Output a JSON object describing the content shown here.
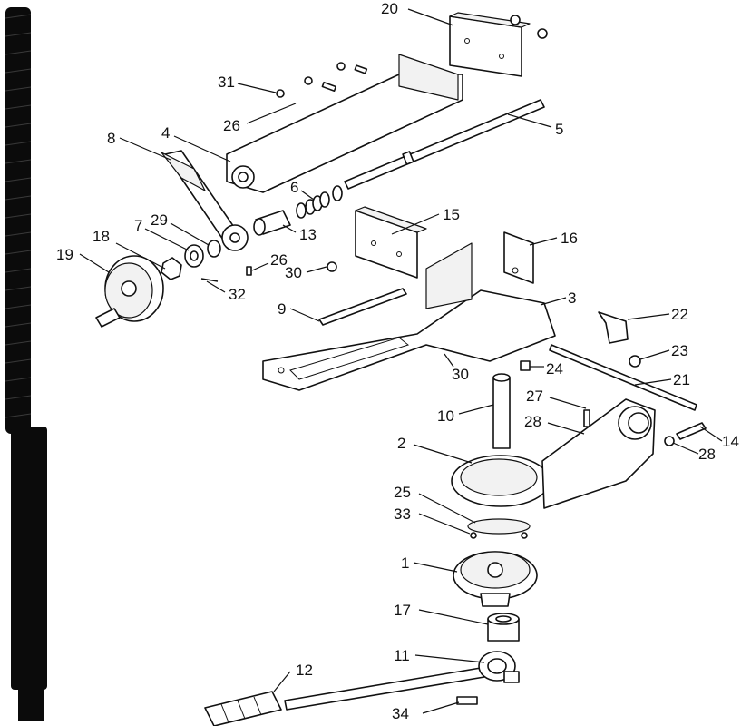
{
  "diagram": {
    "callouts": [
      {
        "id": "20",
        "text": "20"
      },
      {
        "id": "31",
        "text": "31"
      },
      {
        "id": "26a",
        "text": "26"
      },
      {
        "id": "5",
        "text": "5"
      },
      {
        "id": "8",
        "text": "8"
      },
      {
        "id": "4",
        "text": "4"
      },
      {
        "id": "6",
        "text": "6"
      },
      {
        "id": "15",
        "text": "15"
      },
      {
        "id": "29",
        "text": "29"
      },
      {
        "id": "7",
        "text": "7"
      },
      {
        "id": "18",
        "text": "18"
      },
      {
        "id": "13",
        "text": "13"
      },
      {
        "id": "16",
        "text": "16"
      },
      {
        "id": "19",
        "text": "19"
      },
      {
        "id": "26b",
        "text": "26"
      },
      {
        "id": "30a",
        "text": "30"
      },
      {
        "id": "32",
        "text": "32"
      },
      {
        "id": "3",
        "text": "3"
      },
      {
        "id": "9",
        "text": "9"
      },
      {
        "id": "22",
        "text": "22"
      },
      {
        "id": "23",
        "text": "23"
      },
      {
        "id": "30b",
        "text": "30"
      },
      {
        "id": "24",
        "text": "24"
      },
      {
        "id": "21",
        "text": "21"
      },
      {
        "id": "27",
        "text": "27"
      },
      {
        "id": "10",
        "text": "10"
      },
      {
        "id": "28a",
        "text": "28"
      },
      {
        "id": "14",
        "text": "14"
      },
      {
        "id": "2",
        "text": "2"
      },
      {
        "id": "28b",
        "text": "28"
      },
      {
        "id": "25",
        "text": "25"
      },
      {
        "id": "33",
        "text": "33"
      },
      {
        "id": "1",
        "text": "1"
      },
      {
        "id": "17",
        "text": "17"
      },
      {
        "id": "11",
        "text": "11"
      },
      {
        "id": "12",
        "text": "12"
      },
      {
        "id": "34",
        "text": "34"
      }
    ]
  }
}
